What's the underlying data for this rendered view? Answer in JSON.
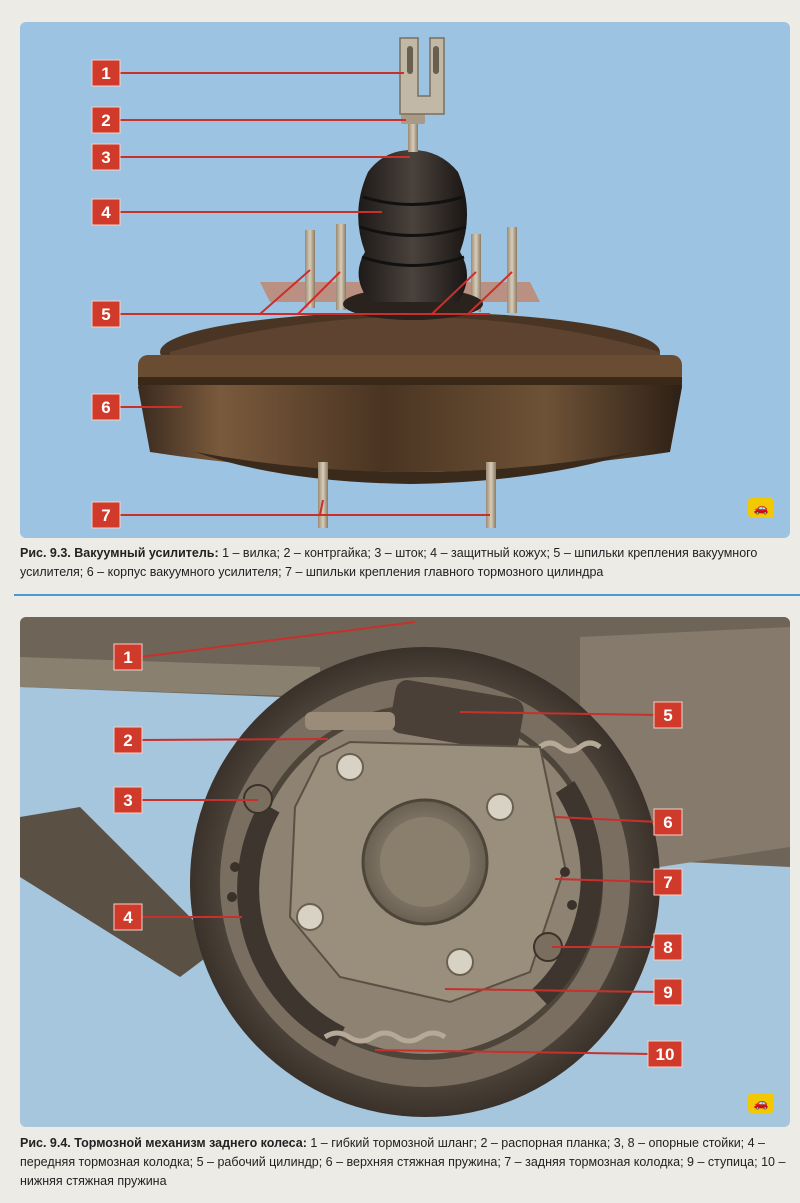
{
  "figure1": {
    "callouts": [
      "1",
      "2",
      "3",
      "4",
      "5",
      "6",
      "7"
    ],
    "caption": {
      "title": "Рис. 9.3. Вакуумный усилитель:",
      "text": " 1 – вилка; 2 – контргайка; 3 – шток; 4 – защитный кожух; 5 – шпильки крепления вакуумного усилителя; 6 – корпус вакуумного усилителя; 7 – шпильки крепления главного тормозного цилиндра"
    }
  },
  "figure2": {
    "callouts": [
      "1",
      "2",
      "3",
      "4",
      "5",
      "6",
      "7",
      "8",
      "9",
      "10"
    ],
    "caption": {
      "title": "Рис. 9.4. Тормозной механизм заднего колеса:",
      "text": " 1 – гибкий тормозной шланг; 2 – распорная планка; 3, 8 – опорные стойки; 4 – передняя тормозная колодка; 5 – рабочий цилиндр; 6 – верхняя стяжная пружина; 7 – задняя тормозная колодка; 9 – ступица; 10 – нижняя стяжная пружина"
    }
  },
  "colors": {
    "callout_red": "#cf3a2a",
    "leader_red": "#c9302c",
    "badge_yellow": "#f2c800",
    "rule_blue": "#4a9ad1"
  },
  "icons": [
    "car-badge-icon"
  ]
}
